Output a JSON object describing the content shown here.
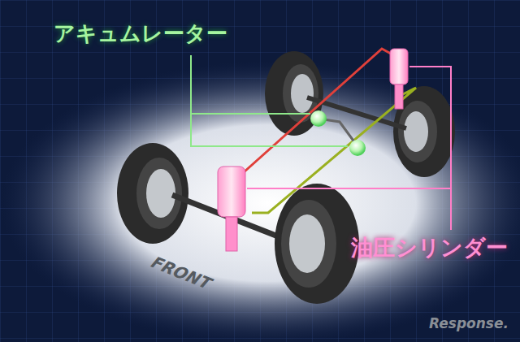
{
  "diagram": {
    "labels": [
      "アキュムレーター",
      "油圧シリンダー",
      "FRONT",
      "Response."
    ]
  }
}
